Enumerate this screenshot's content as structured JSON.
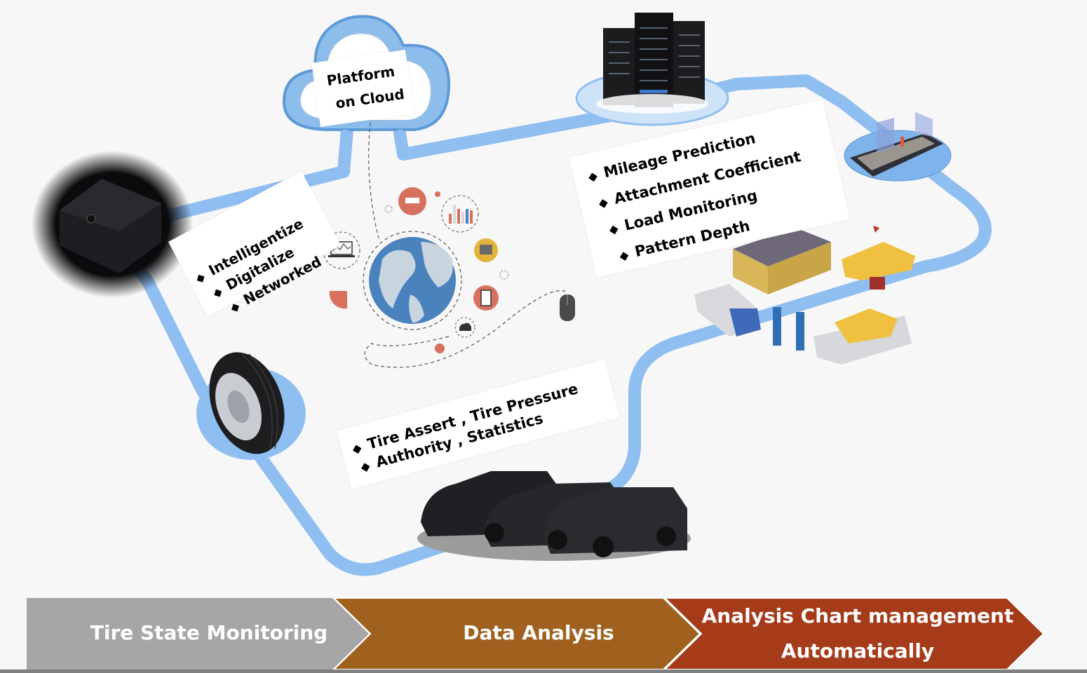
{
  "diagram": {
    "cloud_platform": {
      "line1": "Platform",
      "line2": "on Cloud",
      "icon": "cloud-icon"
    },
    "server_node": {
      "icon": "server-rack-icon"
    },
    "mobile_node": {
      "icon": "smartphone-icon"
    },
    "sensor_node": {
      "icon": "tire-sensor-device-icon"
    },
    "tire_node": {
      "icon": "tire-icon"
    },
    "fleet_node": {
      "icon": "vehicle-fleet-icon"
    },
    "service_node": {
      "icon": "auto-service-station-icon"
    },
    "globe_hub": {
      "icons": [
        "globe-icon",
        "satellite-icon",
        "bar-chart-icon",
        "laptop-chart-icon",
        "server-icon",
        "phone-icon",
        "cloud-network-icon",
        "wifi-icon",
        "mouse-icon"
      ]
    },
    "sensor_features": [
      "Intelligentize",
      "Digitalize",
      "Networked"
    ],
    "analysis_features": [
      "Mileage Prediction",
      "Attachment Coefficient",
      "Load Monitoring",
      "Pattern Depth"
    ],
    "management_features": [
      "Tire Assert , Tire Pressure",
      "Authority , Statistics"
    ]
  },
  "process_steps": [
    {
      "label": "Tire State Monitoring",
      "color": "#a6a6a6"
    },
    {
      "label": "Data Analysis",
      "color": "#a0611f"
    },
    {
      "label_line1": "Analysis Chart management",
      "label_line2": "Automatically",
      "color": "#a63b1a"
    }
  ],
  "colors": {
    "path": "#8fbef0",
    "path_dark": "#6fa6e4",
    "accent_red": "#d8705f",
    "accent_gold": "#e2b53a",
    "globe_blue": "#4a82bd"
  }
}
